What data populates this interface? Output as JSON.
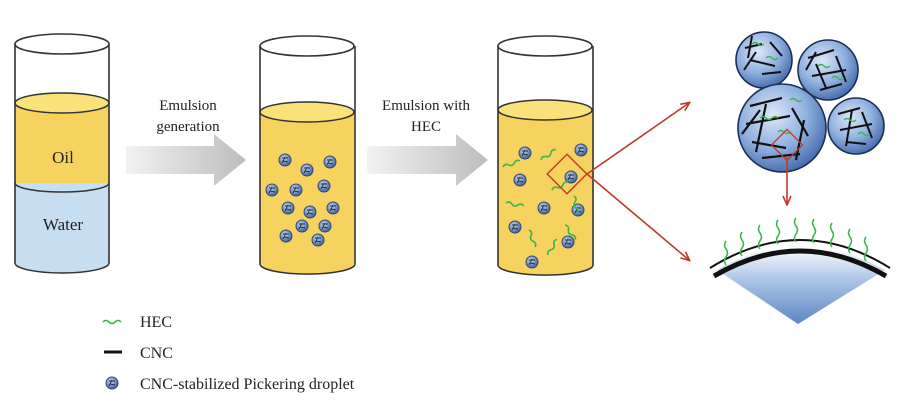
{
  "beaker1": {
    "oil_label": "Oil",
    "water_label": "Water"
  },
  "step1": {
    "line1": "Emulsion",
    "line2": "generation"
  },
  "step2": {
    "line1": "Emulsion with",
    "line2": "HEC"
  },
  "legend": {
    "hec": "HEC",
    "cnc": "CNC",
    "droplet": "CNC-stabilized Pickering droplet"
  },
  "colors": {
    "oil": "#f6d35e",
    "water": "#c7def0",
    "droplet": "#5b7db5",
    "hec": "#3cb64a",
    "cnc": "#111111",
    "arrow_red": "#c0392b",
    "process_arrow": "#c8c8c8"
  }
}
